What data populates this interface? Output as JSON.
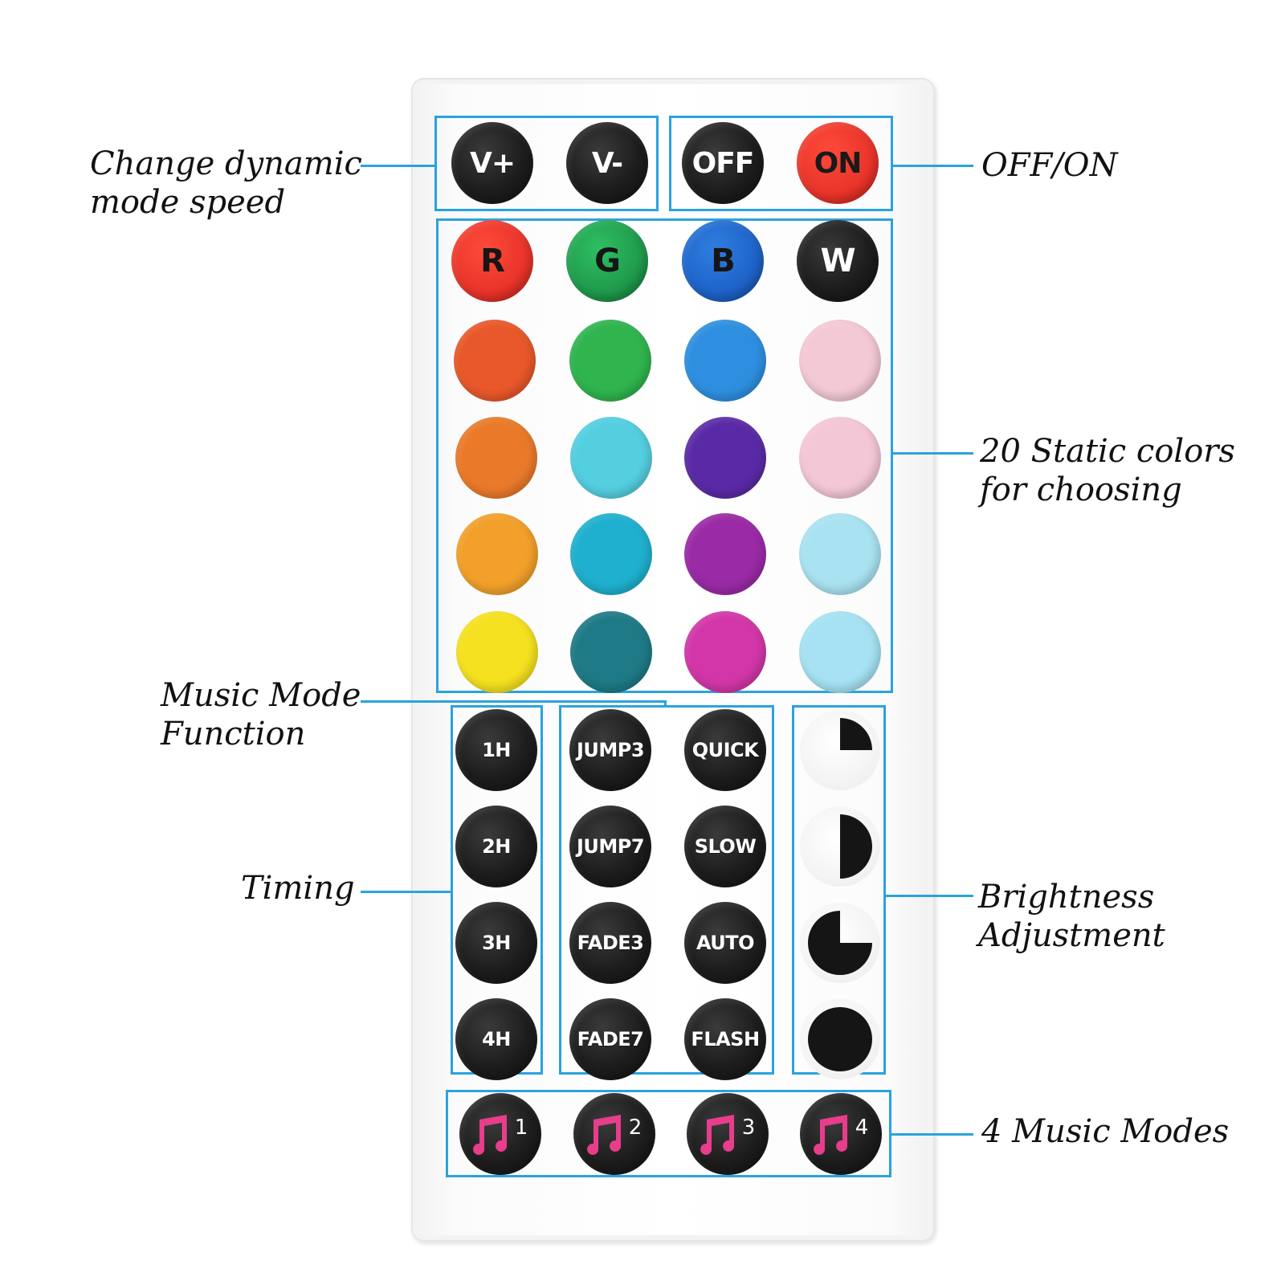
{
  "annotations": {
    "speed": [
      "Change dynamic",
      "mode speed"
    ],
    "power": "OFF/ON",
    "colors": [
      "20 Static colors",
      "for choosing"
    ],
    "music_function": [
      "Music Mode",
      "Function"
    ],
    "timing": "Timing",
    "brightness": [
      "Brightness",
      "Adjustment"
    ],
    "music_modes": "4 Music Modes"
  },
  "buttons": {
    "v_plus": "V+",
    "v_minus": "V-",
    "off": "OFF",
    "on": "ON",
    "r": "R",
    "g": "G",
    "b": "B",
    "w": "W",
    "h1": "1H",
    "h2": "2H",
    "h3": "3H",
    "h4": "4H",
    "jump3": "JUMP3",
    "quick": "QUICK",
    "jump7": "JUMP7",
    "slow": "SLOW",
    "fade3": "FADE3",
    "auto": "AUTO",
    "fade7": "FADE7",
    "flash": "FLASH",
    "music1": "1",
    "music2": "2",
    "music3": "3",
    "music4": "4"
  },
  "colors": {
    "accent": "#2aa3dd",
    "on": "#e8342a",
    "r": "#e8342a",
    "g": "#1f9a4c",
    "b": "#1e63c8",
    "w": "#1a1a1a",
    "static": [
      [
        "#e8582a",
        "#2fb44e",
        "#2e8fe0",
        "#f3c9d6"
      ],
      [
        "#ea7a2a",
        "#54cfe0",
        "#5a2aa6",
        "#f4c7d6"
      ],
      [
        "#f2a02a",
        "#1fb0cf",
        "#9a2aa6",
        "#a9e3f2"
      ],
      [
        "#f5e11f",
        "#1e7a86",
        "#d236a8",
        "#a6e2f3"
      ]
    ],
    "music_note": "#e83d8b"
  },
  "icons": {
    "brightness": [
      "brightness-quarter-icon",
      "brightness-half-icon",
      "brightness-three-quarter-icon",
      "brightness-full-icon"
    ],
    "music": "music-note-icon"
  }
}
